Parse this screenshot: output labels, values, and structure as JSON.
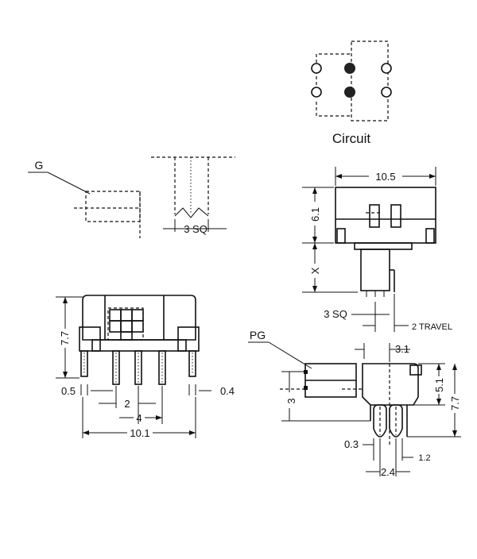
{
  "circuit": {
    "label": "Circuit"
  },
  "side_view": {
    "pin_label": "G",
    "pin_size": "3 SQ"
  },
  "top_view": {
    "width": "10.5",
    "height": "6.1",
    "x_label": "X",
    "pin_size": "3 SQ",
    "travel": "2 TRAVEL"
  },
  "front_view": {
    "height": "7.7",
    "pin_edge": "0.5",
    "pin_width": "0.4",
    "pitch": "2",
    "span": "4",
    "total_width": "10.1"
  },
  "pg_view": {
    "label": "PG",
    "top": "3.1",
    "height_a": "5.1",
    "height_b": "7.7",
    "offset": "3",
    "lead_a": "0.3",
    "lead_b": "1.2",
    "pitch": "2.4"
  }
}
